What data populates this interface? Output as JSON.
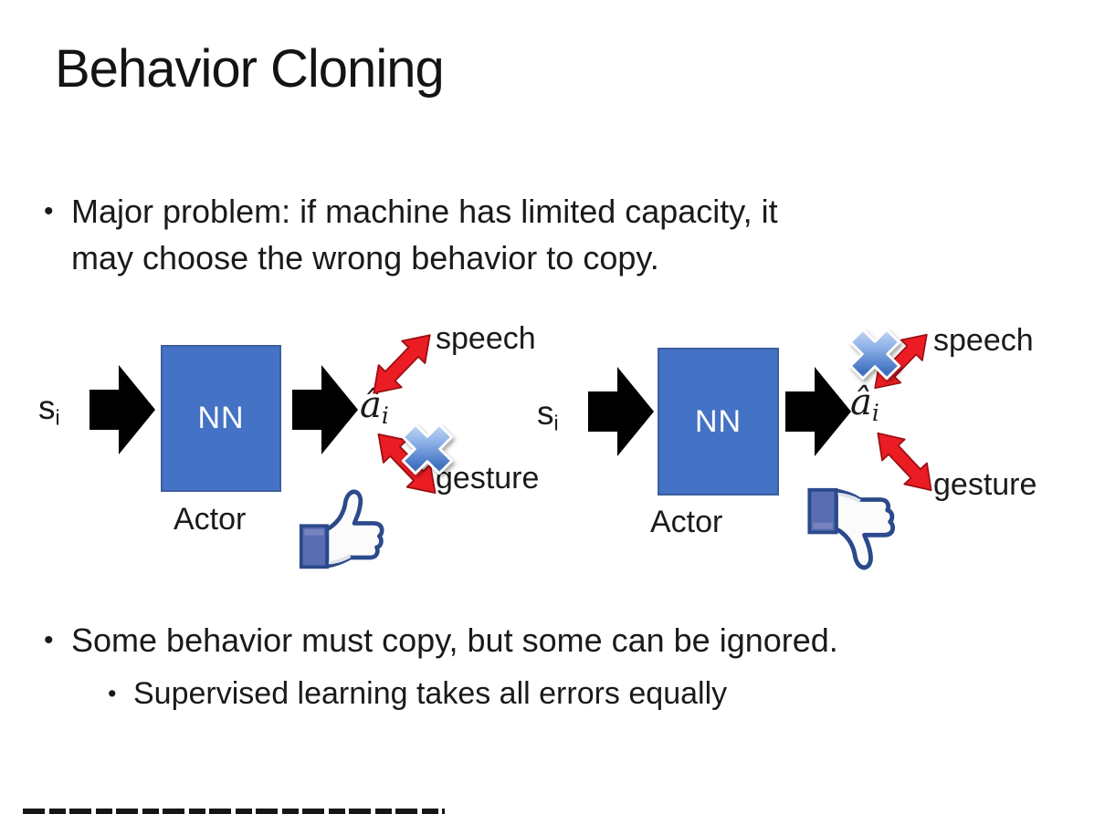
{
  "slide": {
    "title": "Behavior Cloning",
    "bullet1_lines": [
      "Major problem: if machine has limited capacity, it",
      "may choose the wrong behavior to copy."
    ],
    "bullet2": "Some behavior must copy, but some can be ignored.",
    "sub_bullet": "Supervised learning takes all errors equally",
    "bullet_glyph": "•"
  },
  "diagram": {
    "input_label": "s",
    "input_sub": "i",
    "nn_label": "NN",
    "output_label": "â",
    "output_sub": "i",
    "actor_label": "Actor",
    "speech_label": "speech",
    "gesture_label": "gesture"
  },
  "left_diagram": {
    "crossed_action": "gesture",
    "feedback_icon": "thumbs-up"
  },
  "right_diagram": {
    "crossed_action": "speech",
    "feedback_icon": "thumbs-down"
  },
  "colors": {
    "nn_box": "#4472C4",
    "black_arrow": "#000000",
    "red_arrow": "#EC1C24",
    "cross_blue": "#4a7cd6",
    "thumb_navy": "#2b4a8b",
    "thumb_cuff": "#5b6db2",
    "text": "#1a1a1a"
  }
}
